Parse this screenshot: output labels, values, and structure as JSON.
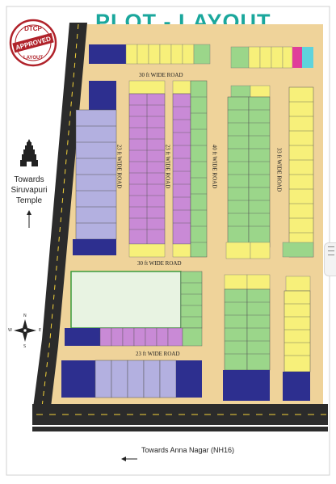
{
  "title": "PLOT - LAYOUT",
  "stamp": {
    "top": "DTCP",
    "middle": "APPROVED",
    "bottom": "LAYOUT"
  },
  "roads": {
    "top": "30 ft WIDE ROAD",
    "left_vertical": "23 ft WIDE ROAD",
    "middle_vertical": "23 ft WIDE ROAD",
    "center_vertical": "40 ft WIDE ROAD",
    "right_vertical": "33 ft WIDE ROAD",
    "middle": "30 ft WIDE ROAD",
    "lower": "23 ft WIDE ROAD"
  },
  "directions": {
    "temple": [
      "Towards",
      "Siruvapuri",
      "Temple"
    ],
    "bottom": "Towards Anna Nagar (NH16)"
  },
  "compass": {
    "n": "N",
    "s": "S",
    "e": "E",
    "w": "W"
  },
  "colors": {
    "title": "#1aa79c",
    "ground": "#efd39a",
    "road_dark": "#2b2b2b",
    "plot_yellow": "#f7f07a",
    "plot_green": "#9bd68a",
    "plot_purple": "#c98ad6",
    "plot_lavender": "#b3b0e0",
    "plot_navy": "#2d2f8f",
    "park": "#e8f3e2"
  }
}
